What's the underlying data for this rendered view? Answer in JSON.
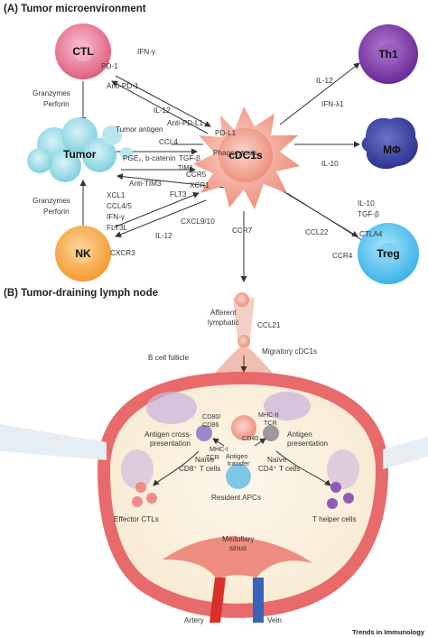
{
  "panel_a": {
    "title": "(A) Tumor microenvironment",
    "cells": {
      "ctl": "CTL",
      "tumor": "Tumor",
      "nk": "NK",
      "cdc1": "cDC1s",
      "th1": "Th1",
      "macrophage": "MΦ",
      "treg": "Treg"
    },
    "labels": {
      "ifn_gamma_top": "IFN-γ",
      "pd1": "PD-1",
      "anti_pd1": "Anti-PD-1",
      "il12_top": "IL-12",
      "granzymes_top": "Granzymes",
      "perforin_top": "Perforin",
      "tumor_antigen": "Tumor antigen",
      "ccl4": "CCL4",
      "pge2": "PGE₂, b-catenin",
      "tgfb": "TGF-β",
      "anti_pdl1": "Anti-PD-L1",
      "pdl1": "PD-L1",
      "phagocytosis": "Phagocytosis",
      "tim3": "TIM3",
      "anti_tim3": "Anti-TIM3",
      "ccr5": "CCR5",
      "xcr1": "XCR1",
      "flt3": "FLT3",
      "granzymes_bottom": "Granzymes",
      "perforin_bottom": "Perforin",
      "xcl1": "XCL1",
      "ccl45": "CCL4/5",
      "ifn_gamma_nk": "IFN-γ",
      "flt3l": "FLT3L",
      "cxcr3": "CXCR3",
      "cxcl910": "CXCL9/10",
      "il12_bottom": "IL-12",
      "ccr7": "CCR7",
      "il12_th1": "IL-12",
      "ifn_lambda1": "IFN-λ1",
      "il10_mac": "IL-10",
      "ccl22": "CCL22",
      "il10_treg": "IL-10",
      "tgfb_treg": "TGF-β",
      "ctla4": "CTLA4",
      "ccr4": "CCR4"
    }
  },
  "panel_b": {
    "title": "(B) Tumor-draining lymph node",
    "labels": {
      "afferent": "Afferent",
      "lymphatic": "lymphatic",
      "ccl21": "CCL21",
      "migratory": "Migratory cDC1s",
      "b_follicle": "B cell follicle",
      "cd80": "CD80/",
      "cd86": "CD86",
      "mhc1": "MHC-I",
      "tcr_left": "TCR",
      "mhc2": "MHC-II",
      "tcr_right": "TCR",
      "cd40": "CD40",
      "cross1": "Antigen cross-",
      "cross2": "presentation",
      "pres1": "Antigen",
      "pres2": "presentation",
      "transfer1": "Antigen",
      "transfer2": "transfer",
      "naive_cd8_1": "Naïve",
      "naive_cd8_2": "CD8⁺ T cells",
      "naive_cd4_1": "Naïve",
      "naive_cd4_2": "CD4⁺ T cells",
      "resident": "Resident APCs",
      "effector": "Effector CTLs",
      "thelper": "T helper cells",
      "medullary1": "Medullary",
      "medullary2": "sinus",
      "artery": "Artery",
      "vein": "Vein"
    }
  },
  "footer": "Trends in Immunology"
}
